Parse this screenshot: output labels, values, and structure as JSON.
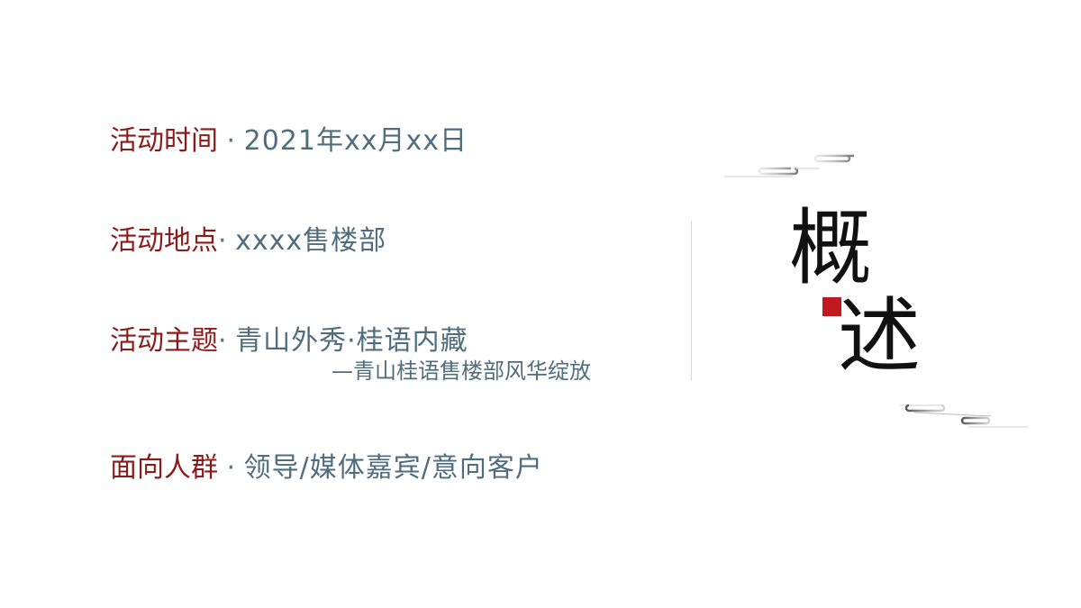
{
  "rows": [
    {
      "label": "活动时间",
      "sep": " · ",
      "value": "2021年xx月xx日"
    },
    {
      "label": "活动地点",
      "sep": "· ",
      "value": "xxxx售楼部"
    },
    {
      "label": "活动主题",
      "sep": "· ",
      "value": "青山外秀·桂语内藏",
      "sub": "—青山桂语售楼部风华绽放"
    },
    {
      "label": "面向人群",
      "sep": " · ",
      "value": "领导/媒体嘉宾/意向客户"
    }
  ],
  "title": {
    "char1": "概",
    "char2": "述"
  },
  "colors": {
    "label": "#8b1a1a",
    "value": "#4f6d7e",
    "accent": "#c0191f",
    "title": "#111111"
  },
  "decorations": {
    "icons": [
      "cloud-pattern-top",
      "cloud-pattern-bottom",
      "red-square"
    ]
  }
}
